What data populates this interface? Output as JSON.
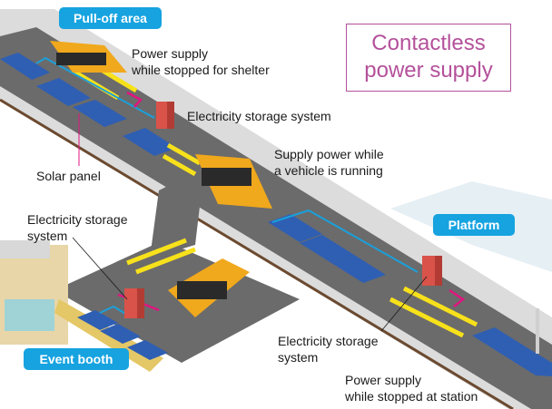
{
  "title": "Contactless\npower supply",
  "colors": {
    "tag_bg": "#16a3e0",
    "title_accent": "#b4519b",
    "solar_panel": "#2f5fb3",
    "bus": "#f0a81c",
    "storage_unit": "#d9534a",
    "yellow_coil": "#f7e11b",
    "cable_blue": "#1aa0dc",
    "cable_magenta": "#e0157f",
    "road": "#6b6b6b"
  },
  "area_tags": {
    "pull_off": "Pull-off area",
    "platform": "Platform",
    "event_booth": "Event booth"
  },
  "labels": {
    "shelter_supply": "Power supply\nwhile stopped for shelter",
    "storage_top": "Electricity storage system",
    "solar_panel": "Solar panel",
    "running_supply": "Supply power while\na vehicle is running",
    "storage_left": "Electricity storage\nsystem",
    "storage_right": "Electricity storage\nsystem",
    "station_supply": "Power supply\nwhile stopped at station"
  }
}
